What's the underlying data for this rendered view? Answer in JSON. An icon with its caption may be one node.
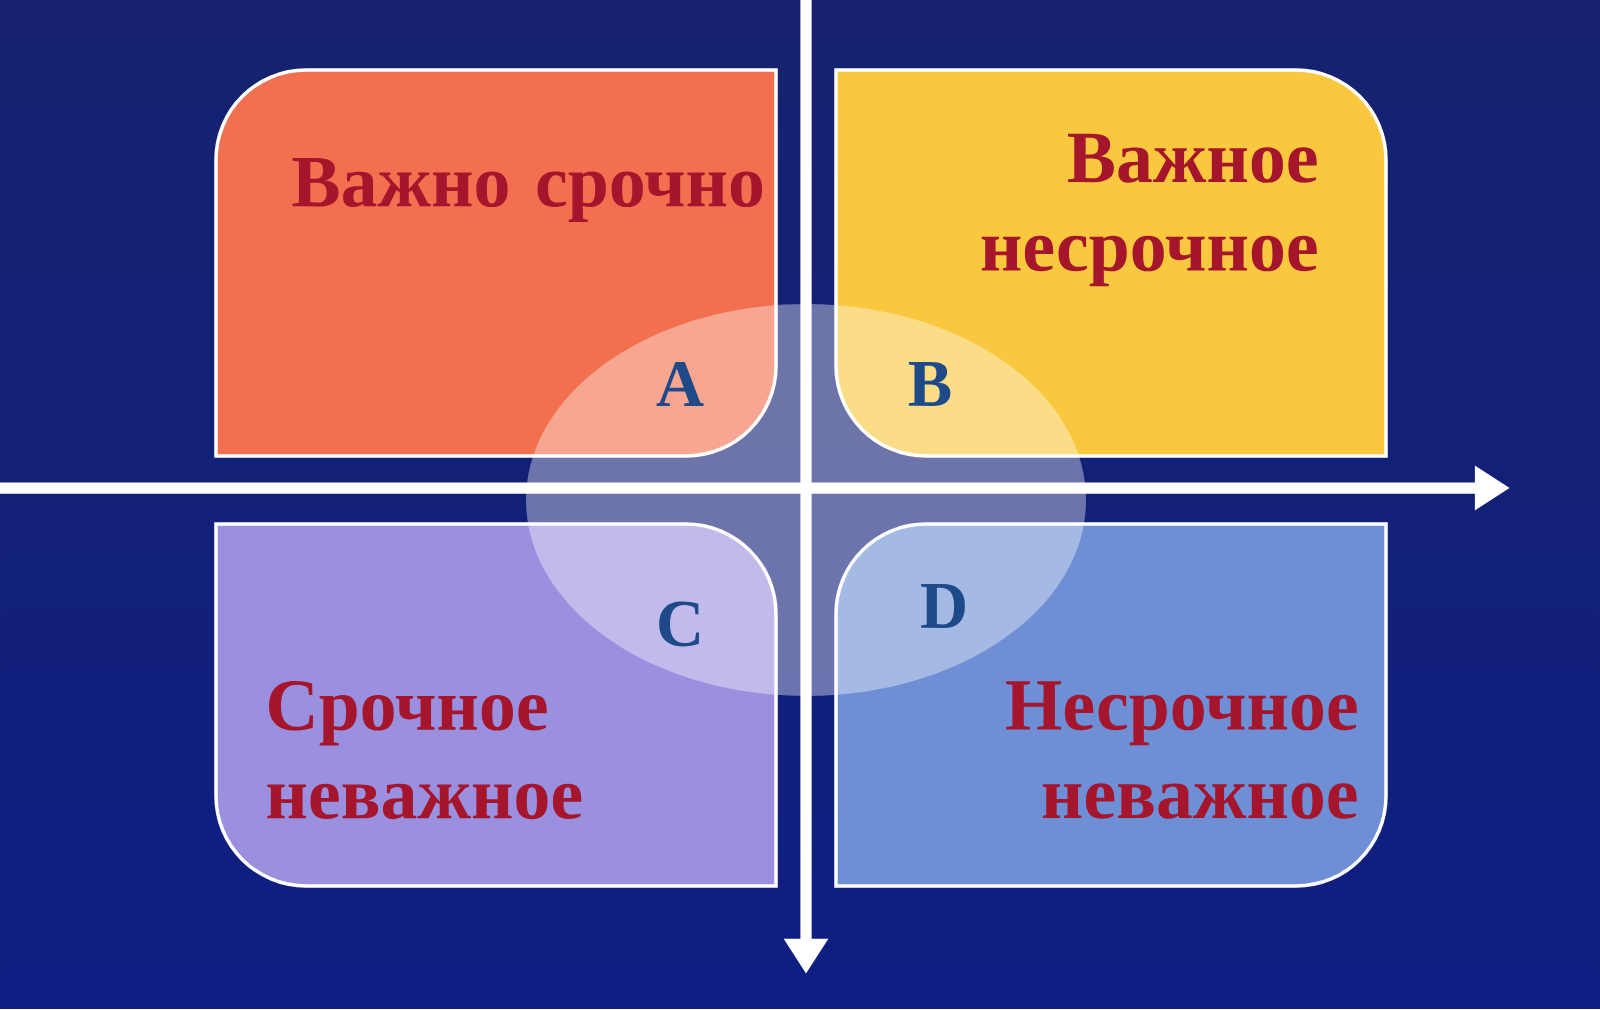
{
  "diagram": {
    "nodes": [
      {
        "text": [
          "Важно срочно",
          "A"
        ]
      },
      {
        "text": [
          "Важное несрочное",
          "B"
        ]
      },
      {
        "text": [
          "Срочное неважное",
          "C"
        ]
      },
      {
        "text": [
          "Несрочное неважное",
          "D"
        ]
      }
    ]
  }
}
